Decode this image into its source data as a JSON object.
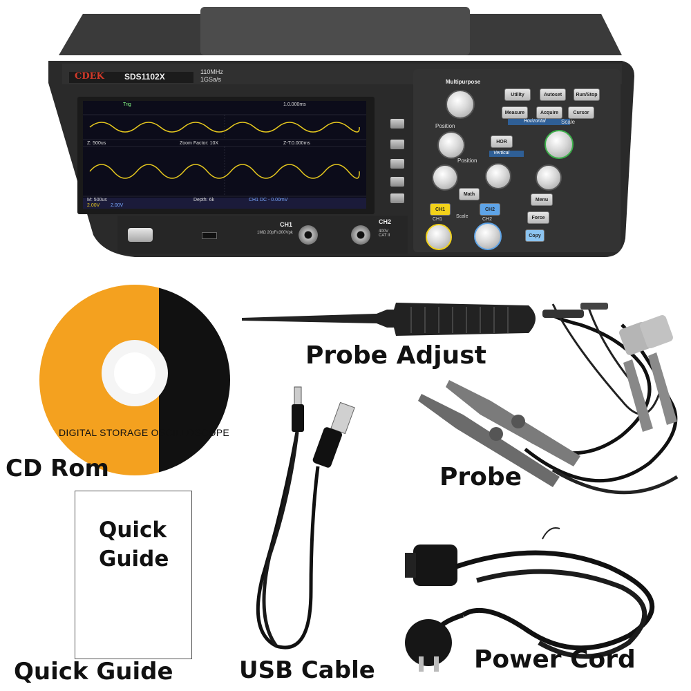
{
  "oscilloscope": {
    "brand": "CDEK",
    "model": "SDS1102X",
    "spec_bandwidth": "110MHz",
    "spec_sample_rate": "1GSa/s",
    "screen": {
      "trig_label": "Trig",
      "time_readout": "1.0.000ms",
      "zoom_factor": "Zoom Factor: 10X",
      "z_timebase": "Z: 500us",
      "z_offset": "Z-T:0.000ms",
      "main_timebase": "M: 500us",
      "depth": "Depth: 6k",
      "ch1_trigger": "CH1 DC  -  0.00mV",
      "ch1_volts": "2.00V",
      "ch2_volts": "2.00V"
    },
    "panel": {
      "multipurpose": "Multipurpose",
      "utility": "Utility",
      "autoset": "Autoset",
      "run_stop": "Run/Stop",
      "measure": "Measure",
      "acquire": "Acquire",
      "cursor": "Cursor",
      "horizontal": "Horizontal",
      "position_h": "Position",
      "scale_h": "Scale",
      "hor": "HOR",
      "vertical": "Vertical",
      "position_v": "Position",
      "math": "Math",
      "menu": "Menu",
      "force": "Force",
      "ch1_btn": "CH1",
      "ch2_btn": "CH2",
      "scale_v": "Scale",
      "copy": "Copy",
      "ch1_knob": "CH1",
      "ch2_knob": "CH2"
    },
    "front": {
      "ch1_label": "CH1",
      "ch2_label": "CH2",
      "input_spec": "1MΩ 20pF≤300Vpk",
      "cat_spec": "400V CAT II"
    }
  },
  "cd": {
    "text": "DIGITAL STORAGE OSCILLOSCOPE"
  },
  "quick_guide_box": {
    "line1": "Quick",
    "line2": "Guide"
  },
  "labels": {
    "probe_adjust": "Probe Adjust",
    "cd_rom": "CD Rom",
    "probe": "Probe",
    "quick_guide": "Quick Guide",
    "usb_cable": "USB Cable",
    "power_cord": "Power Cord"
  },
  "colors": {
    "trace": "#e6c81e",
    "cd_orange": "#f4a11f",
    "ch1_yellow": "#f2d21a",
    "ch2_blue": "#5ea4e8"
  }
}
